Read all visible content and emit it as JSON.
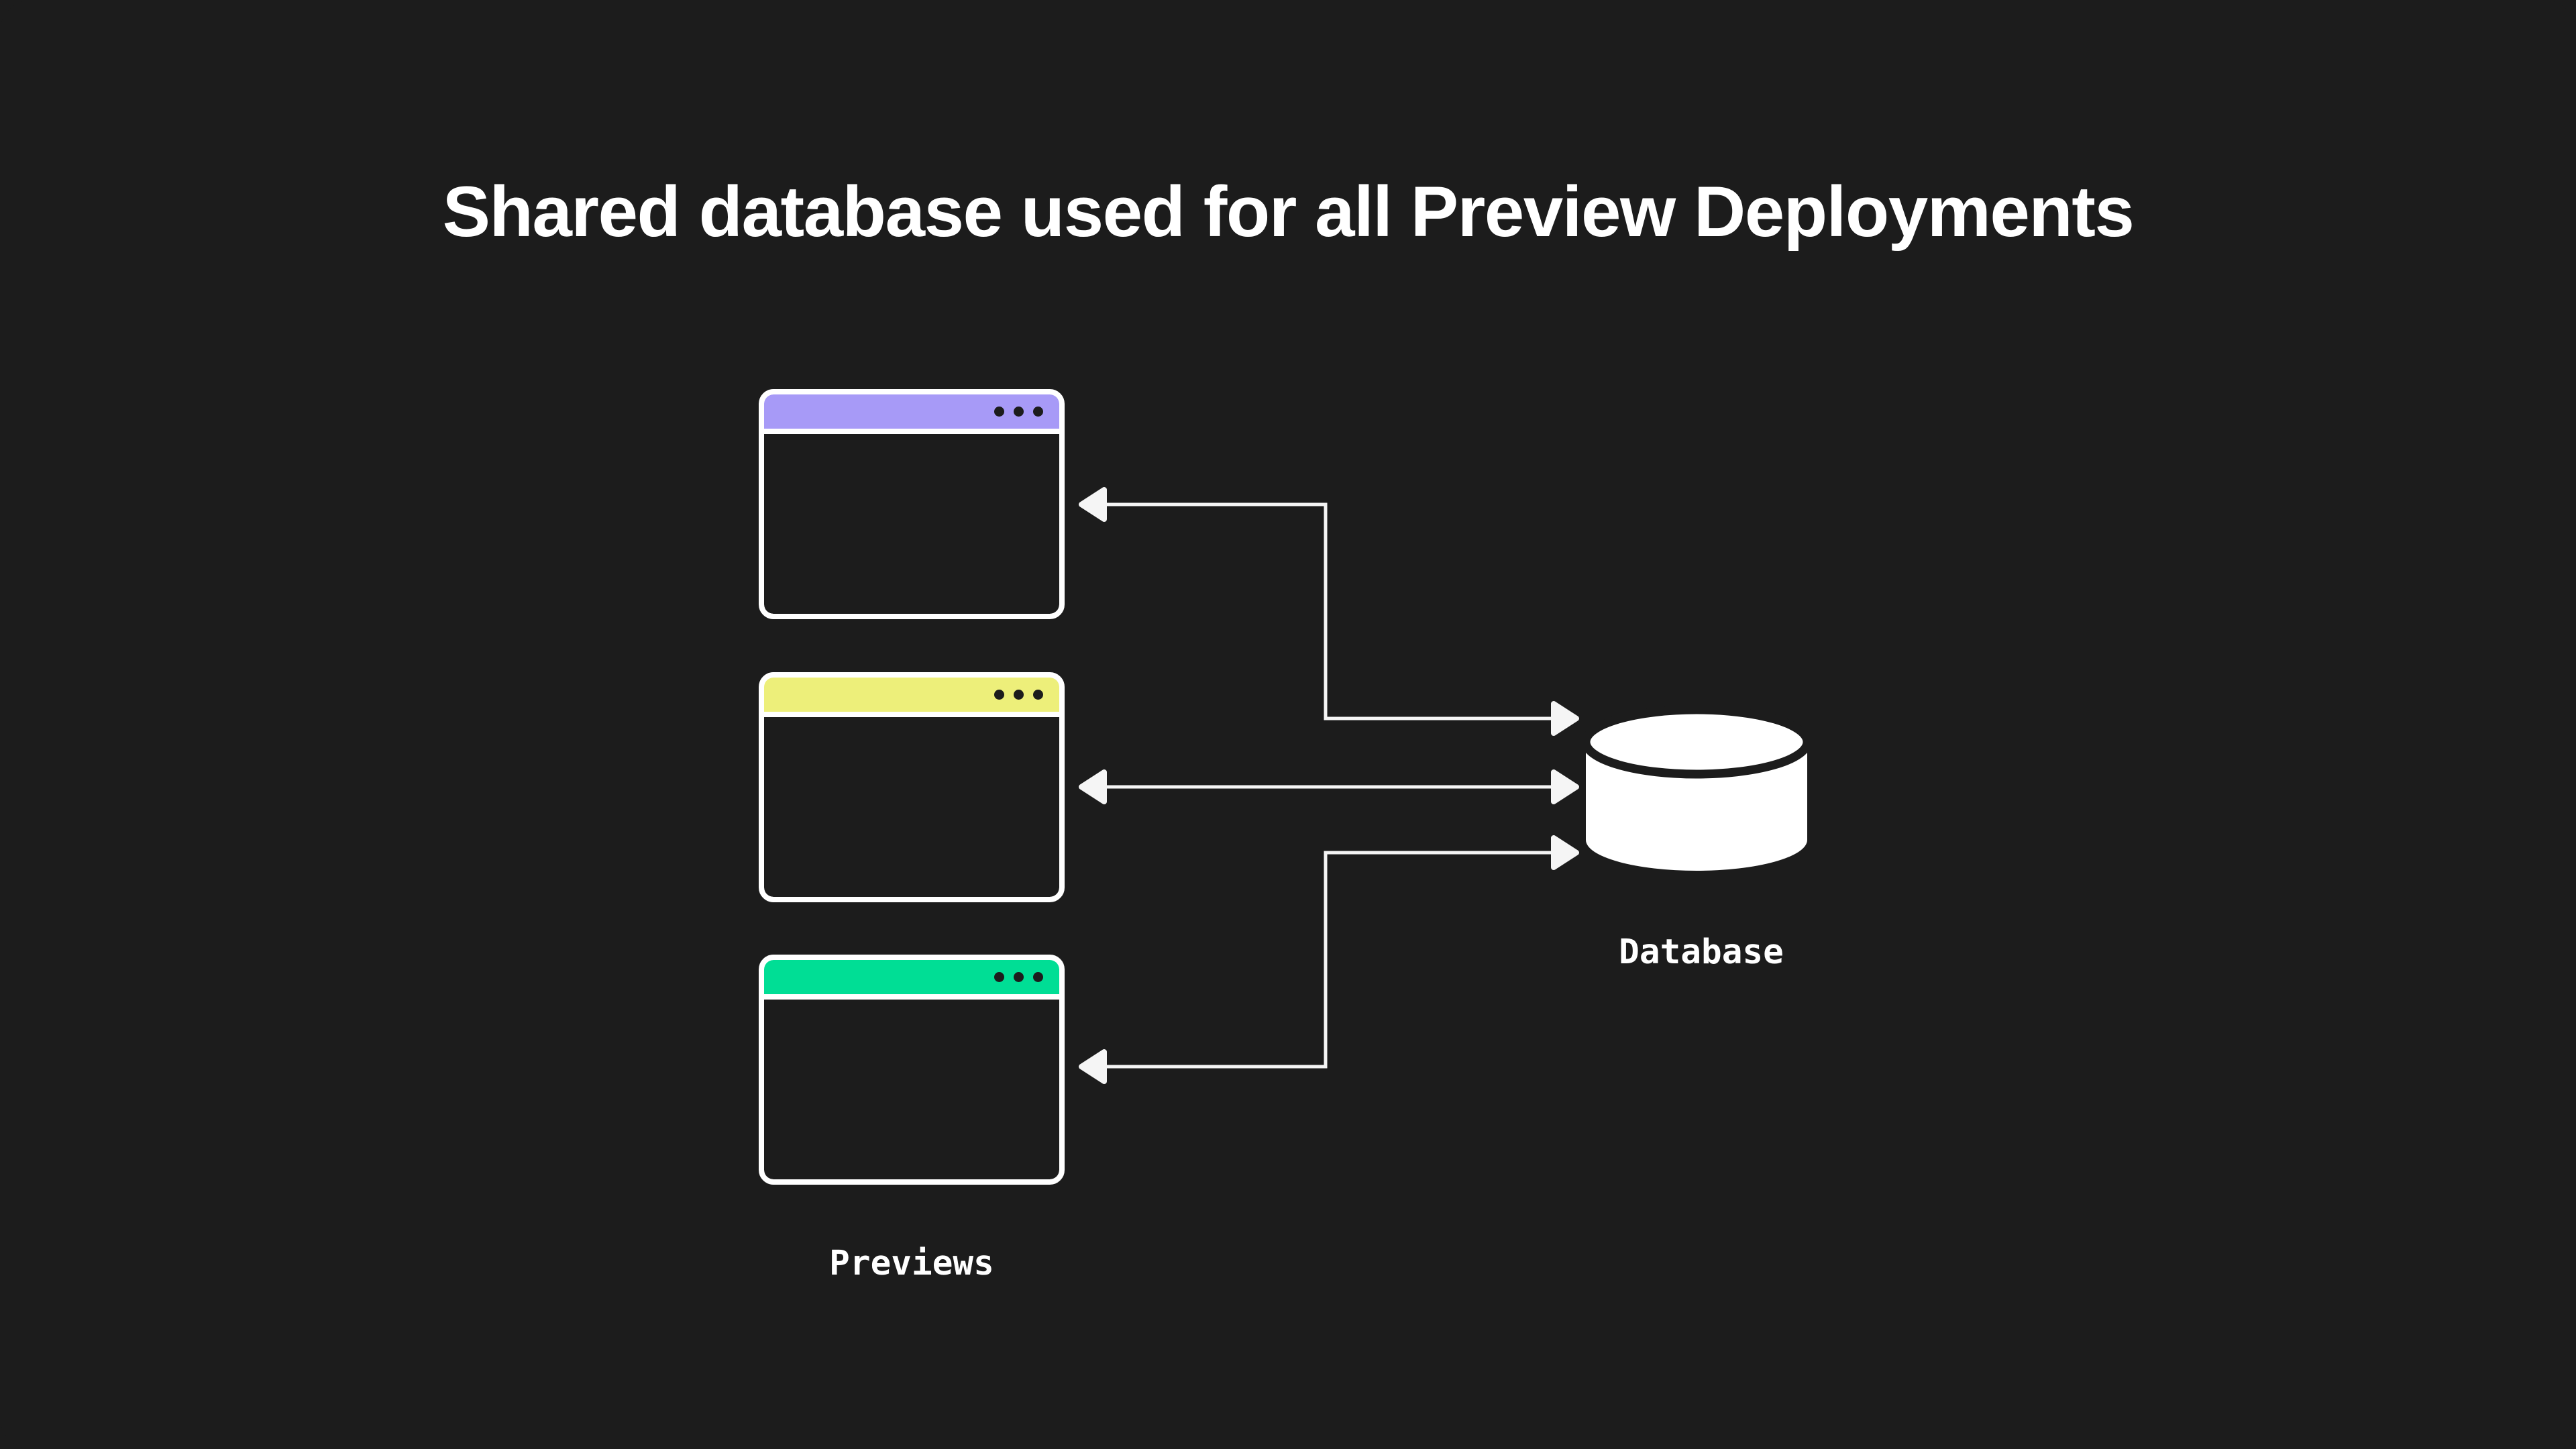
{
  "title": "Shared database used for all Preview Deployments",
  "diagram": {
    "previews_label": "Previews",
    "database_label": "Database",
    "windows": [
      {
        "name": "preview-window-1",
        "header_color": "#a79af7"
      },
      {
        "name": "preview-window-2",
        "header_color": "#edef7a"
      },
      {
        "name": "preview-window-3",
        "header_color": "#00de95"
      }
    ],
    "icons": {
      "window_controls": "window-dots-icon",
      "database": "database-cylinder-icon"
    },
    "colors": {
      "background": "#1c1c1c",
      "text": "#ffffff",
      "line": "#f5f5f5",
      "shape": "#ffffff"
    }
  }
}
